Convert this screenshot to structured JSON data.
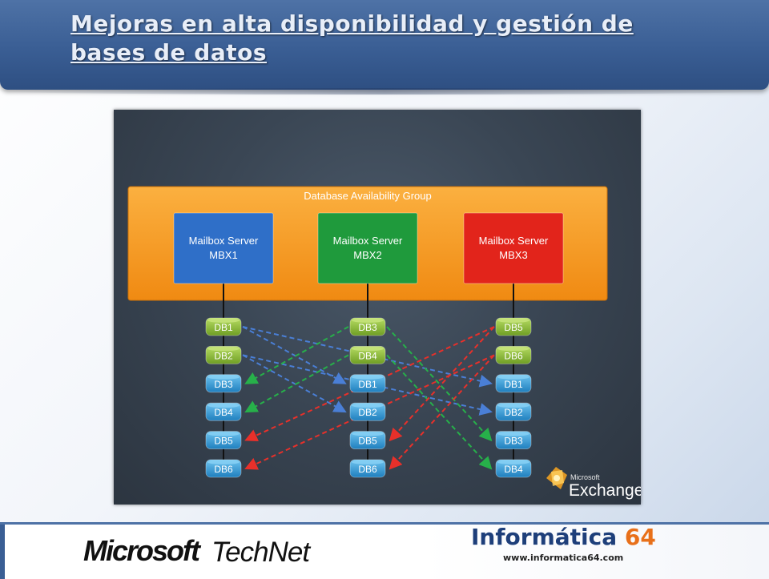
{
  "slide": {
    "title": "Mejoras en alta disponibilidad y gestión de bases de datos"
  },
  "diagram": {
    "dag_label": "Database Availability Group",
    "servers": [
      {
        "label": "Mailbox Server",
        "name": "MBX1",
        "color": "#2f6fc8"
      },
      {
        "label": "Mailbox Server",
        "name": "MBX2",
        "color": "#1f9a3c"
      },
      {
        "label": "Mailbox Server",
        "name": "MBX3",
        "color": "#e2241b"
      }
    ],
    "columns": [
      [
        "DB1",
        "DB2",
        "DB3",
        "DB4",
        "DB5",
        "DB6"
      ],
      [
        "DB3",
        "DB4",
        "DB1",
        "DB2",
        "DB5",
        "DB6"
      ],
      [
        "DB5",
        "DB6",
        "DB1",
        "DB2",
        "DB3",
        "DB4"
      ]
    ],
    "active_counts": [
      2,
      2,
      2
    ],
    "replication": [
      {
        "from": [
          0,
          0
        ],
        "to": [
          1,
          2
        ],
        "color": "#4a7fd6"
      },
      {
        "from": [
          0,
          0
        ],
        "to": [
          2,
          2
        ],
        "color": "#4a7fd6"
      },
      {
        "from": [
          0,
          1
        ],
        "to": [
          1,
          3
        ],
        "color": "#4a7fd6"
      },
      {
        "from": [
          0,
          1
        ],
        "to": [
          2,
          3
        ],
        "color": "#4a7fd6"
      },
      {
        "from": [
          1,
          0
        ],
        "to": [
          0,
          2
        ],
        "color": "#27b04a"
      },
      {
        "from": [
          1,
          0
        ],
        "to": [
          2,
          4
        ],
        "color": "#27b04a"
      },
      {
        "from": [
          1,
          1
        ],
        "to": [
          0,
          3
        ],
        "color": "#27b04a"
      },
      {
        "from": [
          1,
          1
        ],
        "to": [
          2,
          5
        ],
        "color": "#27b04a"
      },
      {
        "from": [
          2,
          0
        ],
        "to": [
          0,
          4
        ],
        "color": "#e8302a"
      },
      {
        "from": [
          2,
          0
        ],
        "to": [
          1,
          4
        ],
        "color": "#e8302a"
      },
      {
        "from": [
          2,
          1
        ],
        "to": [
          0,
          5
        ],
        "color": "#e8302a"
      },
      {
        "from": [
          2,
          1
        ],
        "to": [
          1,
          5
        ],
        "color": "#e8302a"
      }
    ],
    "exchange_brand": {
      "small": "Microsoft",
      "big": "Exchange"
    }
  },
  "footer": {
    "microsoft": "Microsoft",
    "technet": "TechNet",
    "partner_name": "Informática",
    "partner_number": "64",
    "partner_url": "www.informatica64.com"
  },
  "colors": {
    "dag_orange": "#f7941d",
    "db_active": "#8fbf3a",
    "db_passive": "#3aa0d8"
  }
}
